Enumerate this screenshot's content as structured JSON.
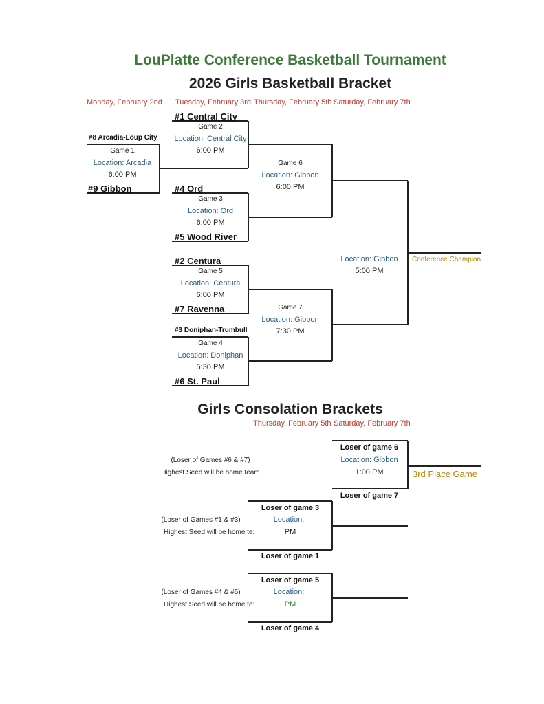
{
  "header": {
    "conference_title": "LouPlatte Conference Basketball Tournament",
    "bracket_title": "2026 Girls Basketball Bracket"
  },
  "days": {
    "mon": "Monday, February 2nd",
    "tue": "Tuesday, February 3rd",
    "thu": "Thursday, February 5th",
    "sat": "Saturday, February 7th"
  },
  "main": {
    "team1": "#1  Central City",
    "team8": "#8 Arcadia-Loup City",
    "team9": "#9  Gibbon",
    "team4": "#4 Ord",
    "team5": "#5 Wood River",
    "team2": "#2 Centura",
    "team7": "#7 Ravenna",
    "team3": "#3 Doniphan-Trumbull",
    "team6": "#6 St. Paul",
    "g1": {
      "label": "Game 1",
      "loc": "Location: Arcadia",
      "time": "6:00 PM"
    },
    "g2": {
      "label": "Game 2",
      "loc": "Location: Central City",
      "time": "6:00 PM"
    },
    "g3": {
      "label": "Game 3",
      "loc": "Location:  Ord",
      "time": "6:00 PM"
    },
    "g4": {
      "label": "Game 4",
      "loc": "Location: Doniphan",
      "time": "5:30 PM"
    },
    "g5": {
      "label": "Game 5",
      "loc": "Location: Centura",
      "time": "6:00 PM"
    },
    "g6": {
      "label": "Game 6",
      "loc": "Location:  Gibbon",
      "time": "6:00 PM"
    },
    "g7": {
      "label": "Game 7",
      "loc": "Location:  Gibbon",
      "time": "7:30 PM"
    },
    "final": {
      "loc": "Location:  Gibbon",
      "time": "5:00 PM"
    },
    "champion": "Conference Champion"
  },
  "consolation": {
    "title": "Girls Consolation Brackets",
    "thu": "Thursday, February 5th",
    "sat": "Saturday, February 7th",
    "a": {
      "top": "Loser of game 6",
      "loc": "Location:  Gibbon",
      "time": "1:00 PM",
      "bottom": "Loser of game 7",
      "note1": "(Loser of Games #6 & #7)",
      "note2": "Highest Seed will be home team",
      "result": "3rd Place Game"
    },
    "b": {
      "top": "Loser of game 3",
      "loc": "Location:",
      "time": "PM",
      "bottom": "Loser of game 1",
      "note1": "(Loser of Games #1 & #3)",
      "note2": "Highest Seed will be home te:"
    },
    "c": {
      "top": "Loser of game 5",
      "loc": "Location:",
      "time": "PM",
      "bottom": "Loser of game 4",
      "note1": "(Loser of Games #4 & #5)",
      "note2": "Highest Seed will be home te:"
    }
  }
}
